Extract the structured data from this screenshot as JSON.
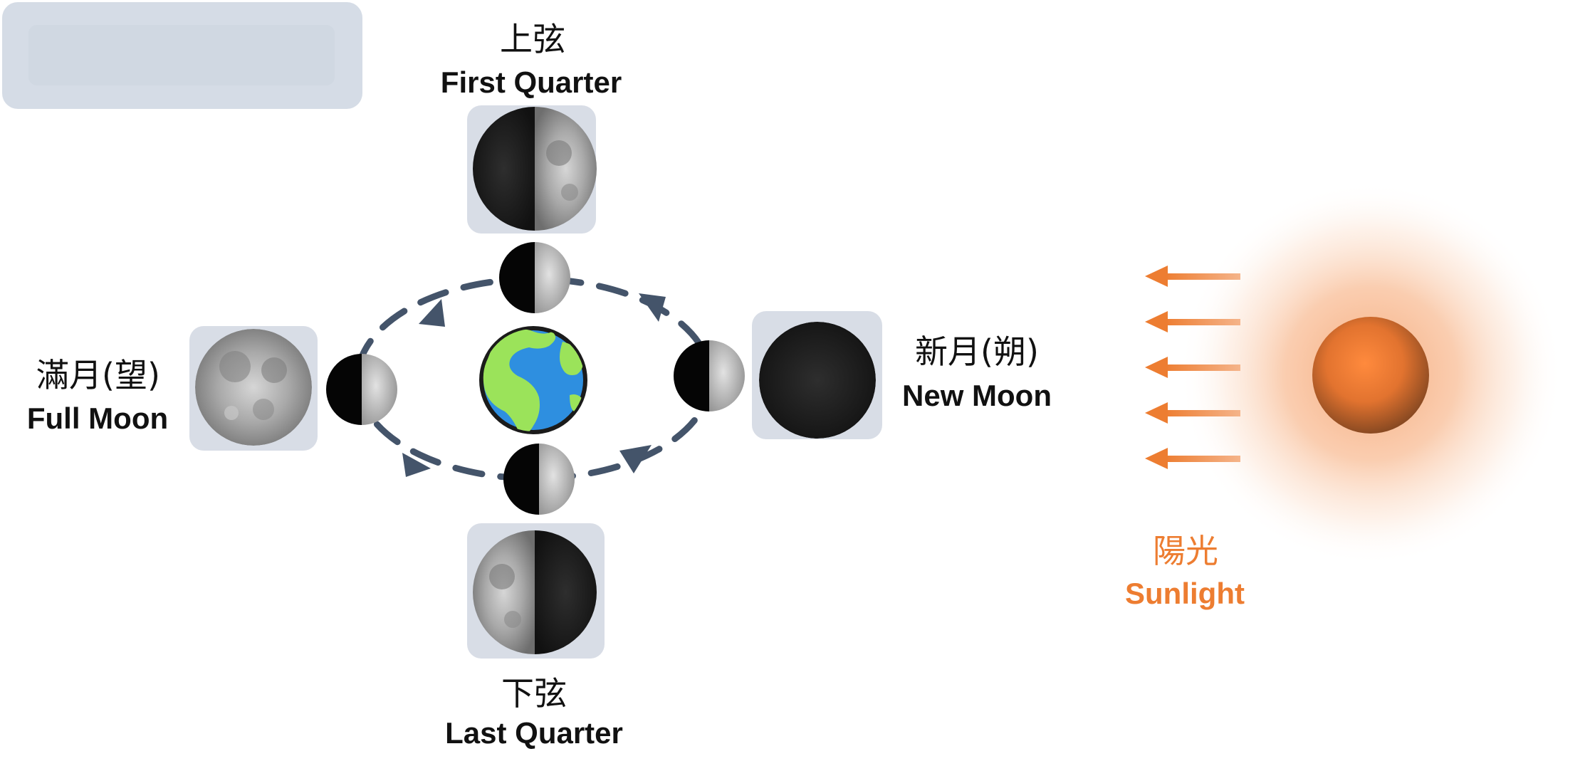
{
  "diagram": {
    "phases": {
      "first_quarter": {
        "zh": "上弦",
        "en": "First Quarter"
      },
      "last_quarter": {
        "zh": "下弦",
        "en": "Last Quarter"
      },
      "full_moon": {
        "zh": "滿月(望)",
        "en": "Full Moon"
      },
      "new_moon": {
        "zh": "新月(朔)",
        "en": "New Moon"
      }
    },
    "sunlight": {
      "zh": "陽光",
      "en": "Sunlight"
    }
  },
  "colors": {
    "photo_box": "#d8dde6",
    "orbit": "#44546a",
    "sunlight": "#ed7d31",
    "ocean": "#2e8fe0",
    "land": "#9be35a",
    "placeholder": "#d5dce6"
  },
  "icons": [
    "earth-icon",
    "sun-icon",
    "moon-icon"
  ]
}
